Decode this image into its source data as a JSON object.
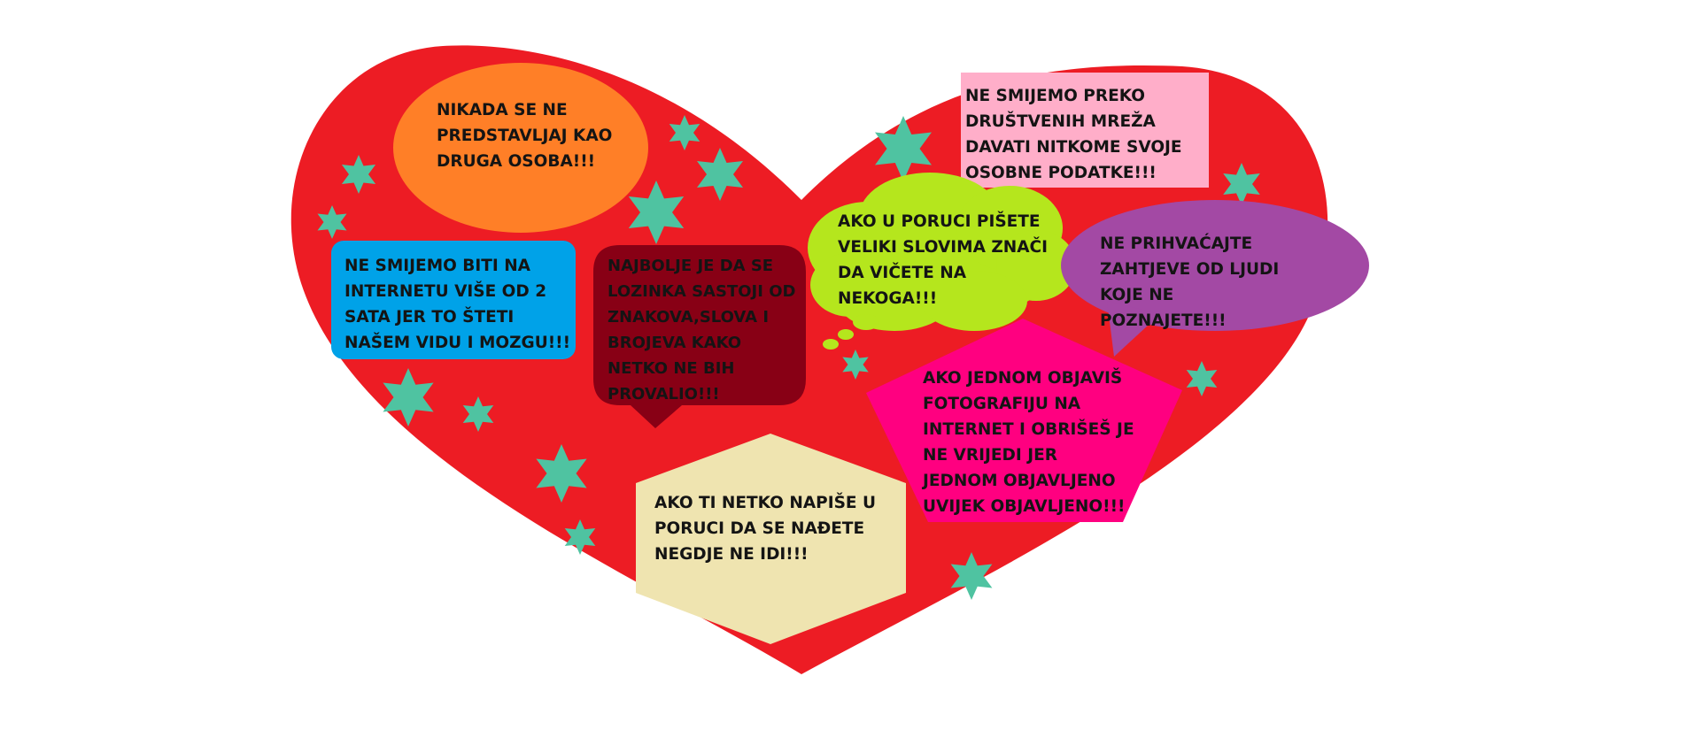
{
  "colors": {
    "heart": "#ed1c24",
    "star": "#4fc3a1",
    "orange": "#ff7f27",
    "blue": "#00a2e8",
    "maroon": "#880015",
    "cream": "#efe4b0",
    "pink": "#ffaec9",
    "lime": "#b5e61d",
    "purple": "#a349a4",
    "magenta": "#ff0080"
  },
  "messages": {
    "orange_ellipse": "NIKADA SE NE\nPREDSTAVLJAJ KAO\nDRUGA OSOBA!!!",
    "blue_box": "NE SMIJEMO BITI NA\nINTERNETU VIŠE OD 2\nSATA JER TO ŠTETI\nNAŠEM VIDU I MOZGU!!!",
    "maroon_box": "NAJBOLJE JE DA SE\nLOZINKA SASTOJI OD\nZNAKOVA,SLOVA I\nBROJEVA KAKO\nNETKO NE BIH\nPROVALIO!!!",
    "cream_hexagon": "AKO TI NETKO NAPIŠE U\nPORUCI DA SE NAĐETE\nNEGDJE NE IDI!!!",
    "pink_rect": "NE SMIJEMO PREKO\nDRUŠTVENIH MREŽA\nDAVATI NITKOME SVOJE\nOSOBNE PODATKE!!!",
    "lime_cloud": "AKO U PORUCI PIŠETE\nVELIKI SLOVIMA ZNAČI\nDA VIČETE NA\nNEKOGA!!!",
    "purple_bubble": "NE PRIHVAĆAJTE\nZAHTJEVE OD LJUDI\nKOJE NE\nPOZNAJETE!!!",
    "magenta_pentagon": "AKO JEDNOM OBJAVIŠ\nFOTOGRAFIJU NA\nINTERNET I OBRIŠEŠ JE\nNE VRIJEDI JER\nJEDNOM OBJAVLJENO\nUVIJEK OBJAVLJENO!!!"
  }
}
